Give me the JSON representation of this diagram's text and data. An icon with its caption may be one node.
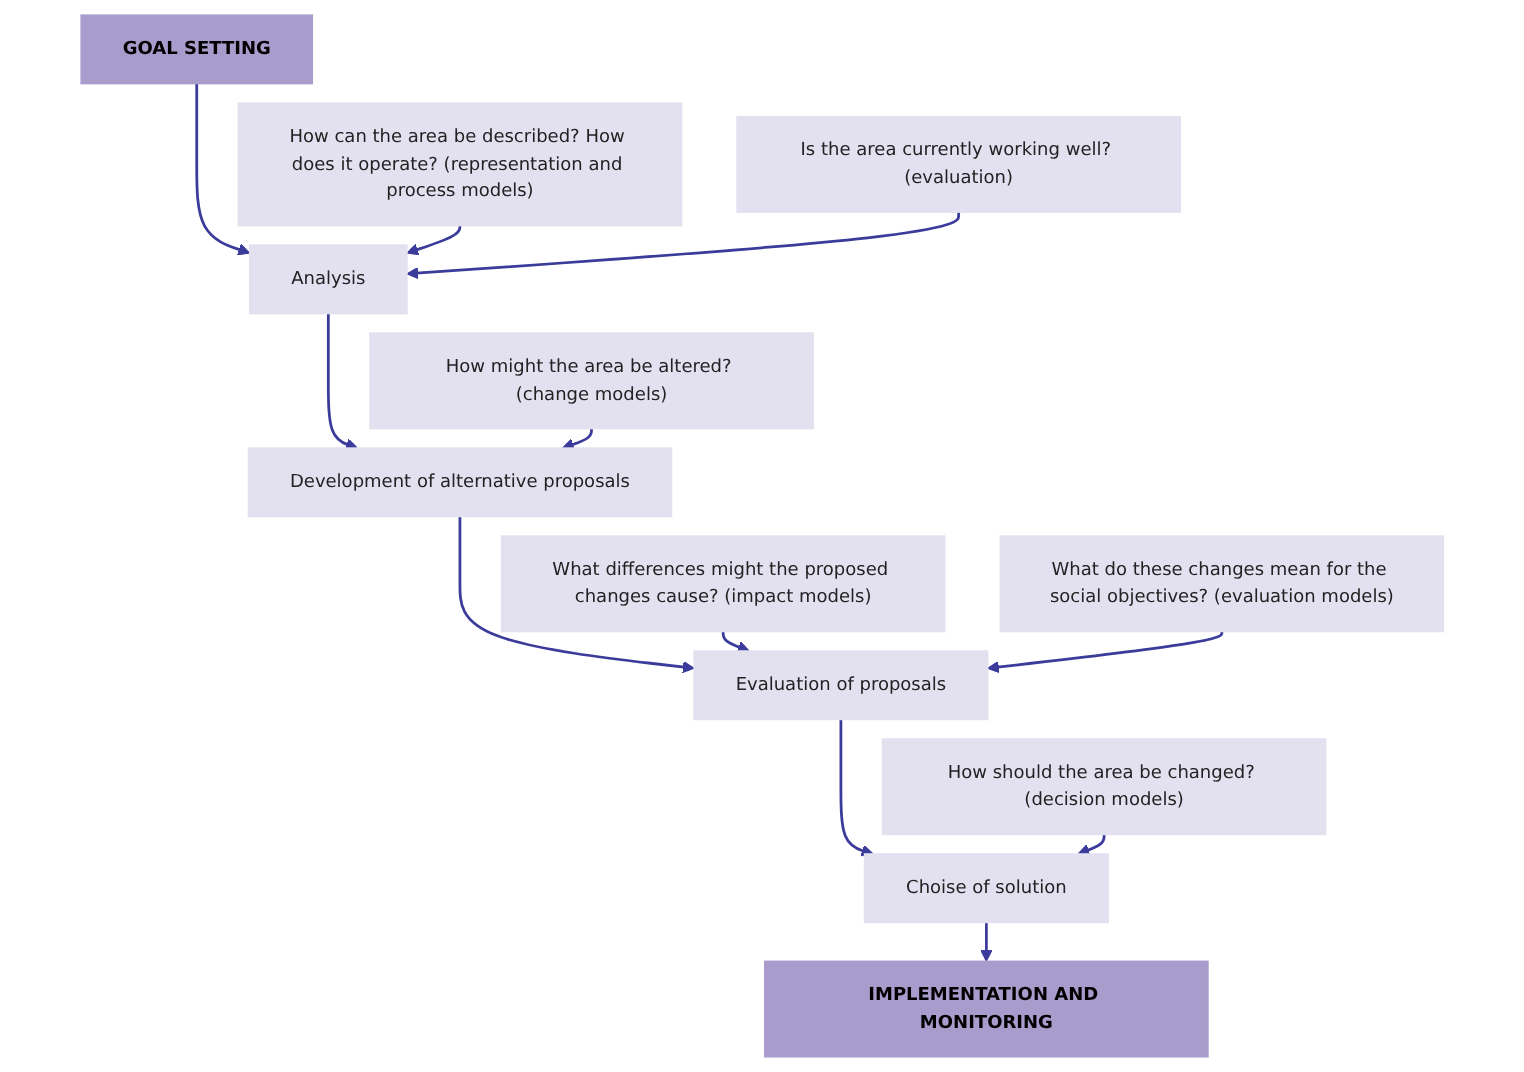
{
  "diagram": {
    "nodes": [
      {
        "text": [
          "GOAL SETTING"
        ]
      },
      {
        "text": [
          "Analysis"
        ]
      },
      {
        "text": [
          "How can the area be described? How does it operate? (representation and process models)"
        ]
      },
      {
        "text": [
          "Is the area currently working well? (evaluation)"
        ]
      },
      {
        "text": [
          "Development of alternative proposals"
        ]
      },
      {
        "text": [
          "How might the area be altered? (change models)"
        ]
      },
      {
        "text": [
          "Evaluation of proposals"
        ]
      },
      {
        "text": [
          "What differences might the proposed changes cause? (impact models)"
        ]
      },
      {
        "text": [
          "What do these changes mean for the social objectives? (evaluation models)"
        ]
      },
      {
        "text": [
          "Choise of solution"
        ]
      },
      {
        "text": [
          "How should the area be changed? (decision models)"
        ]
      },
      {
        "text": [
          "IMPLEMENTATION AND MONITORING"
        ]
      }
    ],
    "edges": [
      {
        "from": 0,
        "to": 1,
        "arrow": "to"
      },
      {
        "from": 2,
        "to": 1,
        "arrow": "to"
      },
      {
        "from": 3,
        "to": 1,
        "arrow": "to"
      },
      {
        "from": 1,
        "to": 4,
        "arrow": "to"
      },
      {
        "from": 5,
        "to": 4,
        "arrow": "to"
      },
      {
        "from": 4,
        "to": 6,
        "arrow": "to"
      },
      {
        "from": 7,
        "to": 6,
        "arrow": "to"
      },
      {
        "from": 8,
        "to": 6,
        "arrow": "to"
      },
      {
        "from": 6,
        "to": 9,
        "arrow": "to"
      },
      {
        "from": 10,
        "to": 9,
        "arrow": "to"
      },
      {
        "from": 9,
        "to": 11,
        "arrow": "to"
      }
    ]
  }
}
